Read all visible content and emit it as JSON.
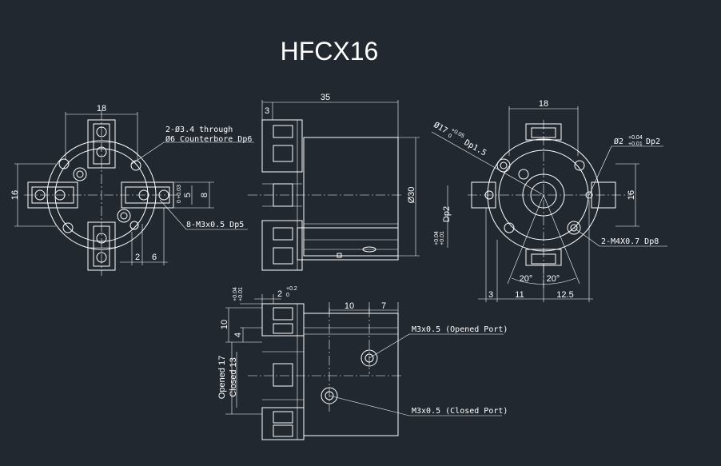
{
  "title": "HFCX16",
  "front_view": {
    "dim_width": "18",
    "dim_height": "16",
    "dim_2": "2",
    "dim_6": "6",
    "dim_8": "8",
    "dim_tol_5": "5",
    "tol_upper": "+0.03",
    "tol_lower": "0",
    "hole_label_1": "2-Ø3.4 through",
    "hole_label_2": "Ø6 Counterbore Dp6",
    "thread_label": "8-M3x0.5 Dp5"
  },
  "side_view": {
    "dim_35": "35",
    "dim_3": "3",
    "dim_dia30": "Ø30",
    "dim_dp2": "Dp2",
    "tol_upper": "+0.04",
    "tol_lower": "+0.01"
  },
  "rear_view": {
    "dim_18": "18",
    "dim_16": "16",
    "dia17_label": "Ø17",
    "dia17_tol_upper": "+0.05",
    "dia17_tol_lower": "0",
    "dia17_depth": "Dp1.5",
    "pin_label": "Ø2",
    "pin_tol_upper": "+0.04",
    "pin_tol_lower": "+0.01",
    "pin_depth": "Dp2",
    "thread_label": "2-M4X0.7 Dp8",
    "angle_left": "20°",
    "angle_right": "20°",
    "dim_3": "3",
    "dim_11": "11",
    "dim_12_5": "12.5"
  },
  "bottom_view": {
    "tol_upper": "+0.04",
    "tol_lower": "+0.01",
    "dim_2": "2",
    "dim_2_tol_upper": "+0.2",
    "dim_2_tol_lower": "0",
    "dim_10_v": "10",
    "dim_4": "4",
    "dim_opened": "Opened 17",
    "dim_closed": "Closed 13",
    "dim_10_h": "10",
    "dim_7": "7",
    "port_open": "M3x0.5 (Opened Port)",
    "port_closed": "M3x0.5 (Closed Port)"
  }
}
